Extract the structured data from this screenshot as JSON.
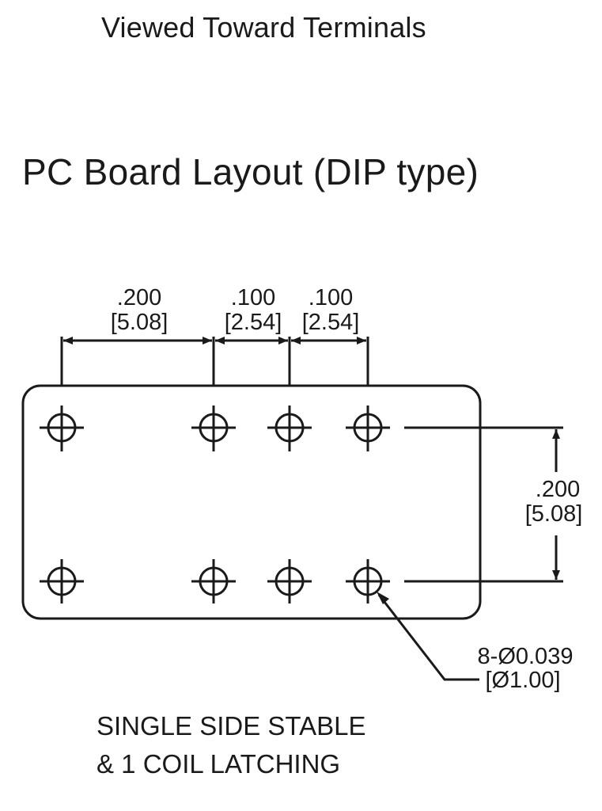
{
  "header": {
    "viewed_label": "Viewed Toward Terminals",
    "layout_title": "PC Board Layout (DIP type)"
  },
  "dimensions": {
    "pitch_200": {
      "inch": ".200",
      "mm": "[5.08]"
    },
    "pitch_100_a": {
      "inch": ".100",
      "mm": "[2.54]"
    },
    "pitch_100_b": {
      "inch": ".100",
      "mm": "[2.54]"
    },
    "row_spacing": {
      "inch": ".200",
      "mm": "[5.08]"
    },
    "hole_callout": {
      "inch": "8-Ø0.039",
      "mm": "[Ø1.00]"
    }
  },
  "footer": {
    "line1": "SINGLE SIDE STABLE",
    "line2": "& 1 COIL LATCHING"
  },
  "colors": {
    "ink": "#1a1a1a",
    "background": "#ffffff"
  }
}
